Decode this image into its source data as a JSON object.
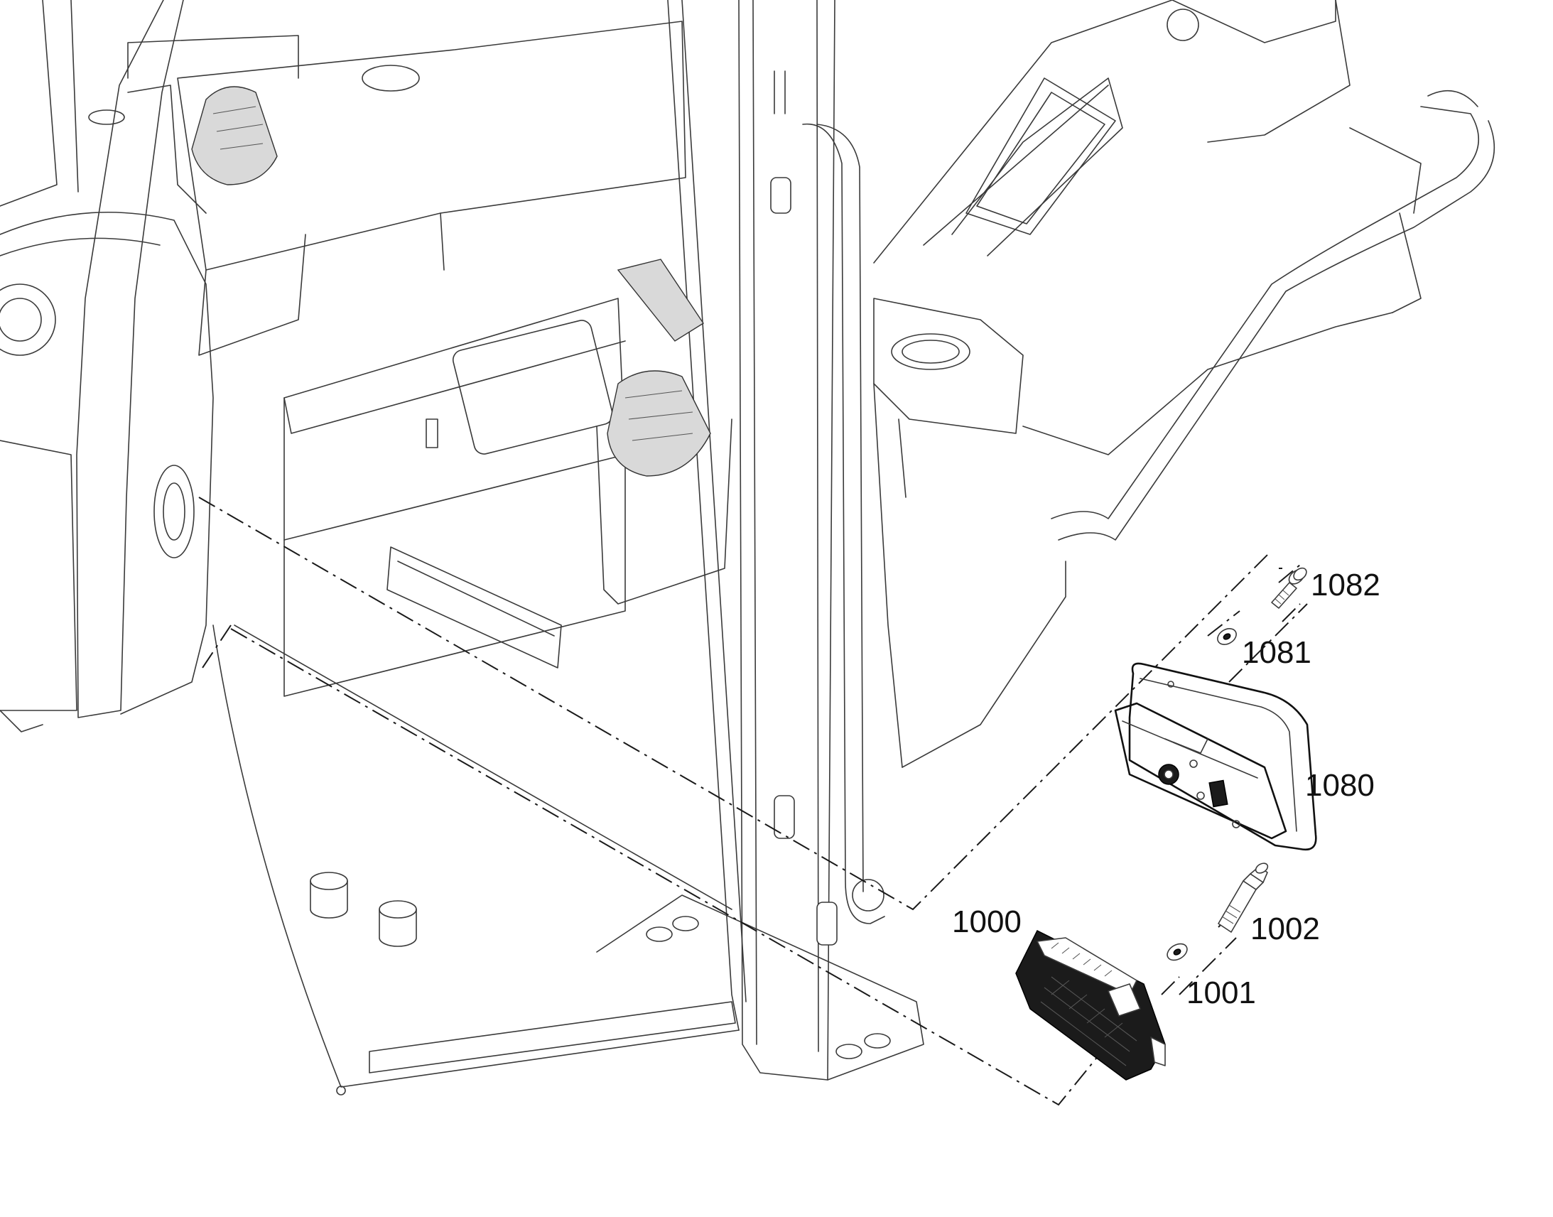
{
  "callouts": [
    {
      "id": "1082",
      "text": "1082"
    },
    {
      "id": "1081",
      "text": "1081"
    },
    {
      "id": "1080",
      "text": "1080"
    },
    {
      "id": "1000",
      "text": "1000"
    },
    {
      "id": "1002",
      "text": "1002"
    },
    {
      "id": "1001",
      "text": "1001"
    }
  ],
  "colors": {
    "line": "#3a3a3a",
    "dark_part": "#1b1b1b",
    "background": "#ffffff"
  }
}
